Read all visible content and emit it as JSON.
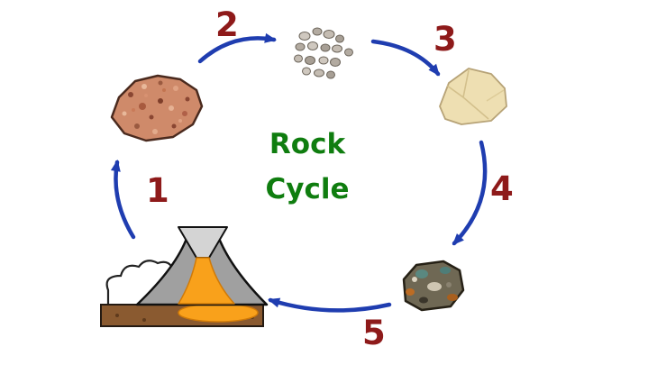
{
  "title": {
    "line1": "Rock",
    "line2": "Cycle"
  },
  "steps": [
    "1",
    "2",
    "3",
    "4",
    "5"
  ],
  "colors": {
    "arrow": "#1f3db0",
    "number": "#8e1a1a",
    "title": "#0f7d0f",
    "lava": "#f9a11b",
    "volcano_body": "#a0a0a0",
    "ground": "#8a5a30",
    "igneous_rock": "#cf8a6a",
    "sedimentary_rock": "#eedfb2",
    "metamorphic_rock": "#6f6854",
    "pebble": "#c4bcb2"
  },
  "icons": [
    "igneous-rock-icon",
    "sediment-particles-icon",
    "sedimentary-rock-icon",
    "metamorphic-rock-icon",
    "volcano-eruption-icon"
  ]
}
